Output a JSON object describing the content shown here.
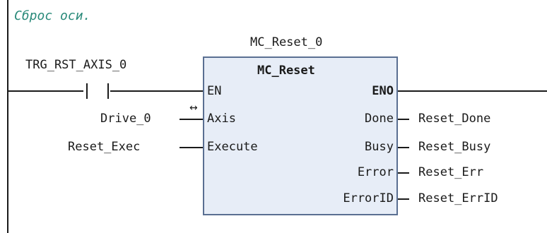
{
  "comment": "Сброс оси.",
  "instance_name": "MC_Reset_0",
  "contact_label": "TRG_RST_AXIS_0",
  "block": {
    "type_name": "MC_Reset",
    "inputs": {
      "en": "EN",
      "axis": "Axis",
      "execute": "Execute"
    },
    "outputs": {
      "eno": "ENO",
      "done": "Done",
      "busy": "Busy",
      "error": "Error",
      "errorid": "ErrorID"
    }
  },
  "variables": {
    "axis": "Drive_0",
    "execute": "Reset_Exec",
    "done": "Reset_Done",
    "busy": "Reset_Busy",
    "error": "Reset_Err",
    "errorid": "Reset_ErrID"
  },
  "inout_marker": "↔"
}
